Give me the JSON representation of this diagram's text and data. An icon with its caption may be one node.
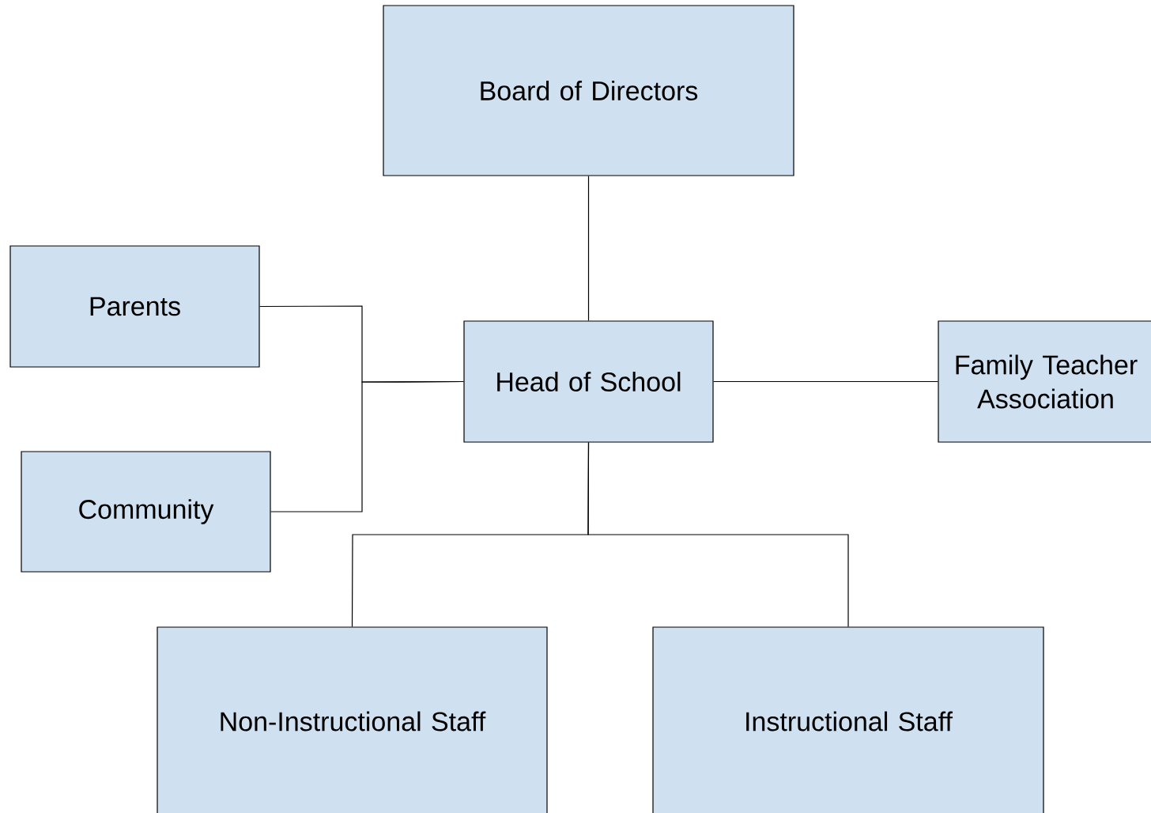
{
  "diagram": {
    "nodes": [
      {
        "text": [
          "Board of Directors"
        ]
      },
      {
        "text": [
          "Parents"
        ]
      },
      {
        "text": [
          "Head of School"
        ]
      },
      {
        "text": [
          "Family Teacher Association"
        ]
      },
      {
        "text": [
          "Community"
        ]
      },
      {
        "text": [
          "Non-Instructional Staff"
        ]
      },
      {
        "text": [
          "Instructional Staff"
        ]
      }
    ],
    "edges": [
      {
        "from": 0,
        "to": 2,
        "arrow": "none"
      },
      {
        "from": 1,
        "to": 2,
        "arrow": "none"
      },
      {
        "from": 4,
        "to": 2,
        "arrow": "none"
      },
      {
        "from": 2,
        "to": 3,
        "arrow": "none"
      },
      {
        "from": 2,
        "to": 5,
        "arrow": "none"
      },
      {
        "from": 2,
        "to": 6,
        "arrow": "none"
      }
    ]
  }
}
